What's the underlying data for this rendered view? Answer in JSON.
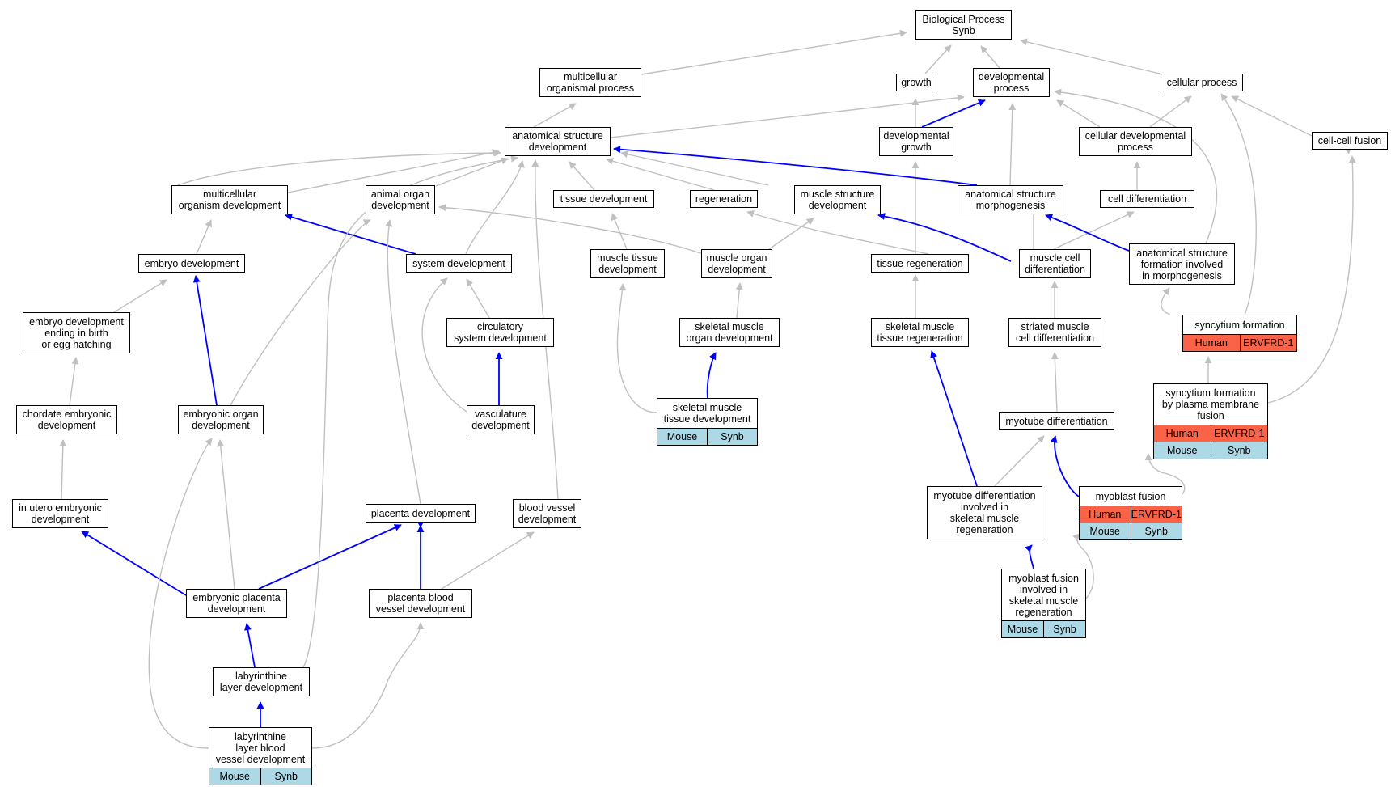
{
  "colors": {
    "edge_gray": "#c0c0c0",
    "edge_blue": "#0000ff",
    "human": "#fa6347",
    "mouse": "#add8e6"
  },
  "nodes": {
    "bp": "Biological Process\nSynb",
    "mcp": "multicellular\norganismal process",
    "growth": "growth",
    "devproc": "developmental\nprocess",
    "cellproc": "cellular process",
    "asd": "anatomical structure\ndevelopment",
    "devgrowth": "developmental\ngrowth",
    "celldevproc": "cellular developmental\nprocess",
    "ccfusion": "cell-cell fusion",
    "mcod": "multicellular\norganism development",
    "aod": "animal organ\ndevelopment",
    "tissuedev": "tissue development",
    "regen": "regeneration",
    "musstructdev": "muscle structure\ndevelopment",
    "asmorph": "anatomical structure\nmorphogenesis",
    "celldiff": "cell differentiation",
    "embryodev": "embryo development",
    "sysdev": "system development",
    "mustissuedev": "muscle tissue\ndevelopment",
    "musorgandev": "muscle organ\ndevelopment",
    "tissueregen": "tissue regeneration",
    "muscelldiff": "muscle cell\ndifferentiation",
    "asfim": "anatomical structure\nformation involved\nin morphogenesis",
    "edebeh": "embryo development\nending in birth\nor egg hatching",
    "circsysdev": "circulatory\nsystem development",
    "smorgandev": "skeletal muscle\norgan development",
    "smtregen": "skeletal muscle\ntissue regeneration",
    "stmcelldiff": "striated muscle\ncell differentiation",
    "syncform": "syncytium formation",
    "chordate": "chordate embryonic\ndevelopment",
    "emborgandev": "embryonic organ\ndevelopment",
    "vascdev": "vasculature\ndevelopment",
    "smtdev": "skeletal muscle\ntissue development",
    "myotubediff": "myotube differentiation",
    "syncpm": "syncytium formation\nby plasma membrane\nfusion",
    "inutero": "in utero embryonic\ndevelopment",
    "placentadev": "placenta development",
    "bvdev": "blood vessel\ndevelopment",
    "mdiffregen": "myotube differentiation\ninvolved in\nskeletal muscle\nregeneration",
    "myofusion": "myoblast fusion",
    "embplacdev": "embryonic placenta\ndevelopment",
    "placbvdev": "placenta blood\nvessel development",
    "mfusionregen": "myoblast fusion\ninvolved in\nskeletal muscle\nregeneration",
    "labdev": "labyrinthine\nlayer development",
    "labbvdev": "labyrinthine\nlayer blood\nvessel development"
  },
  "tags": {
    "human": "Human",
    "gene": "ERVFRD-1",
    "mouse": "Mouse",
    "synb": "Synb"
  }
}
